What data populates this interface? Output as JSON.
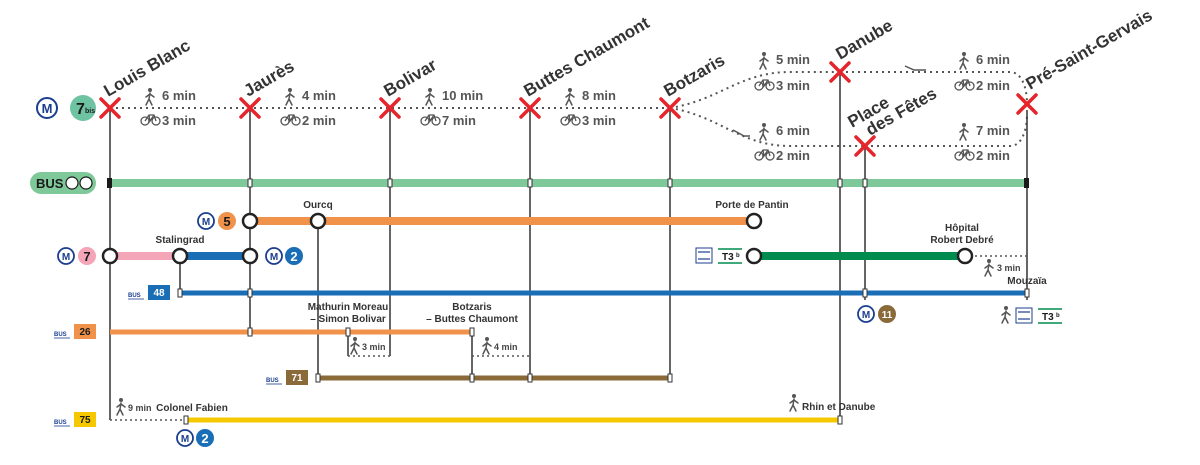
{
  "stations": {
    "louis_blanc": "Louis Blanc",
    "jaures": "Jaurès",
    "bolivar": "Bolivar",
    "buttes_chaumont": "Buttes Chaumont",
    "botzaris": "Botzaris",
    "danube": "Danube",
    "place_des_fetes_1": "Place",
    "place_des_fetes_2": "des Fêtes",
    "pre_saint_gervais": "Pré-Saint-Gervais"
  },
  "times": {
    "lb_walk": "6 min",
    "lb_bike": "3 min",
    "ja_walk": "4 min",
    "ja_bike": "2 min",
    "bo_walk": "10 min",
    "bo_bike": "7 min",
    "bc_walk": "8 min",
    "bc_bike": "3 min",
    "bz_da_walk": "5 min",
    "bz_da_bike": "3 min",
    "bz_pf_walk": "6 min",
    "bz_pf_bike": "2 min",
    "psg_da_walk": "6 min",
    "psg_da_bike": "2 min",
    "psg_pf_walk": "7 min",
    "psg_pf_bike": "2 min"
  },
  "lines": {
    "metro_7bis_num": "7",
    "metro_7bis_sup": "bis",
    "bus_label": "BUS",
    "m5": "5",
    "m7": "7",
    "m2": "2",
    "m11": "11",
    "bus48": "48",
    "bus26": "26",
    "bus71": "71",
    "bus75": "75",
    "t3b": "T3",
    "t3b_sup": "b",
    "metro_letter": "M",
    "bus_badge": "BUS"
  },
  "labels": {
    "ourcq": "Ourcq",
    "porte_de_pantin": "Porte de Pantin",
    "stalingrad": "Stalingrad",
    "hopital_1": "Hôpital",
    "hopital_2": "Robert Debré",
    "hopital_walk": "3 min",
    "mouzaia": "Mouzaïa",
    "mathurin_1": "Mathurin Moreau",
    "mathurin_2": "– Simon Bolivar",
    "botzaris_bc_1": "Botzaris",
    "botzaris_bc_2": "– Buttes Chaumont",
    "walk_3min": "3 min",
    "walk_4min": "4 min",
    "lb_75_walk": "9 min",
    "colonel_fabien": "Colonel Fabien",
    "rhin_danube": "Rhin et Danube"
  },
  "colors": {
    "metro_7bis": "#6ec4a2",
    "bus_band": "#7fc89a",
    "m5": "#f0924a",
    "m7": "#f4a6b8",
    "m2": "#1a6eb5",
    "m11": "#8b6a3a",
    "bus48": "#1a6eb5",
    "bus26": "#f0924a",
    "bus71": "#8b6a3a",
    "bus75": "#f6c800",
    "t3b": "#008b4f",
    "cross": "#e5252b",
    "metro_blue": "#1b3f8f"
  }
}
